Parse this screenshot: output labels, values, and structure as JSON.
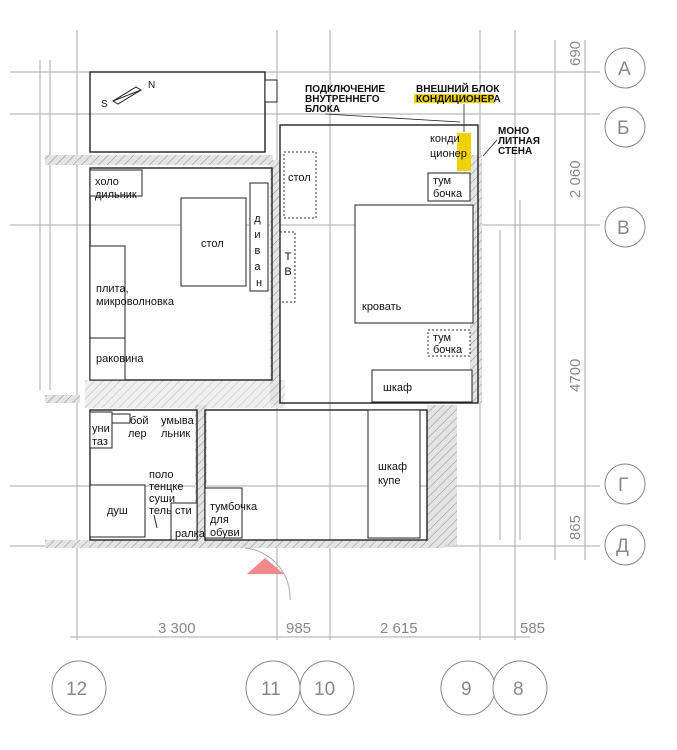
{
  "rooms": {
    "kitchen": {
      "fridge": [
        "холо",
        "дильник"
      ],
      "table": "стол",
      "sofa": [
        "д",
        "и",
        "в",
        "а",
        "н"
      ],
      "stove": [
        "плита,",
        "микроволновка"
      ],
      "sink": "раковина"
    },
    "bedroom": {
      "table": "стол",
      "tv": [
        "Т",
        "В"
      ],
      "ac": [
        "конди",
        "ционер"
      ],
      "nightstand_top": [
        "тум",
        "бочка"
      ],
      "bed": "кровать",
      "nightstand_bottom": [
        "тум",
        "бочка"
      ],
      "wardrobe": "шкаф"
    },
    "bathroom": {
      "toilet": [
        "уни",
        "таз"
      ],
      "boiler": [
        "бой",
        "лер"
      ],
      "washbasin": [
        "умыва",
        "льник"
      ],
      "towel_dryer": [
        "поло",
        "тенцке",
        "суши",
        "тель"
      ],
      "shower": "душ",
      "washer": [
        "сти",
        "ралка"
      ]
    },
    "hall": {
      "coupe_wardrobe": [
        "шкаф",
        "купе"
      ],
      "shoe_cabinet": [
        "тумбочка",
        "для",
        "обуви"
      ]
    }
  },
  "annotations": {
    "indoor_unit": [
      "ПОДКЛЮЧЕНИЕ",
      "ВНУТРЕННЕГО",
      "БЛОКА"
    ],
    "outdoor_unit": [
      "ВНЕШНИЙ БЛОК",
      "КОНДИЦИОНЕРА"
    ],
    "mono_wall": [
      "МОНО",
      "ЛИТНАЯ",
      "СТЕНА"
    ],
    "compass": {
      "n": "N",
      "s": "S"
    }
  },
  "dimensions": {
    "bottom": [
      "3 300",
      "985",
      "2 615",
      "585"
    ],
    "right": [
      "690",
      "2 060",
      "4700",
      "865"
    ]
  },
  "axes": {
    "rows": [
      "А",
      "Б",
      "В",
      "Г",
      "Д"
    ],
    "columns": [
      "12",
      "11",
      "10",
      "9",
      "8"
    ]
  },
  "colors": {
    "outdoor_unit_highlight": "#f2d200",
    "entrance_arrow": "#f08a8a",
    "axis_line": "#999999",
    "wall_hatch": "#bbbbbb"
  }
}
